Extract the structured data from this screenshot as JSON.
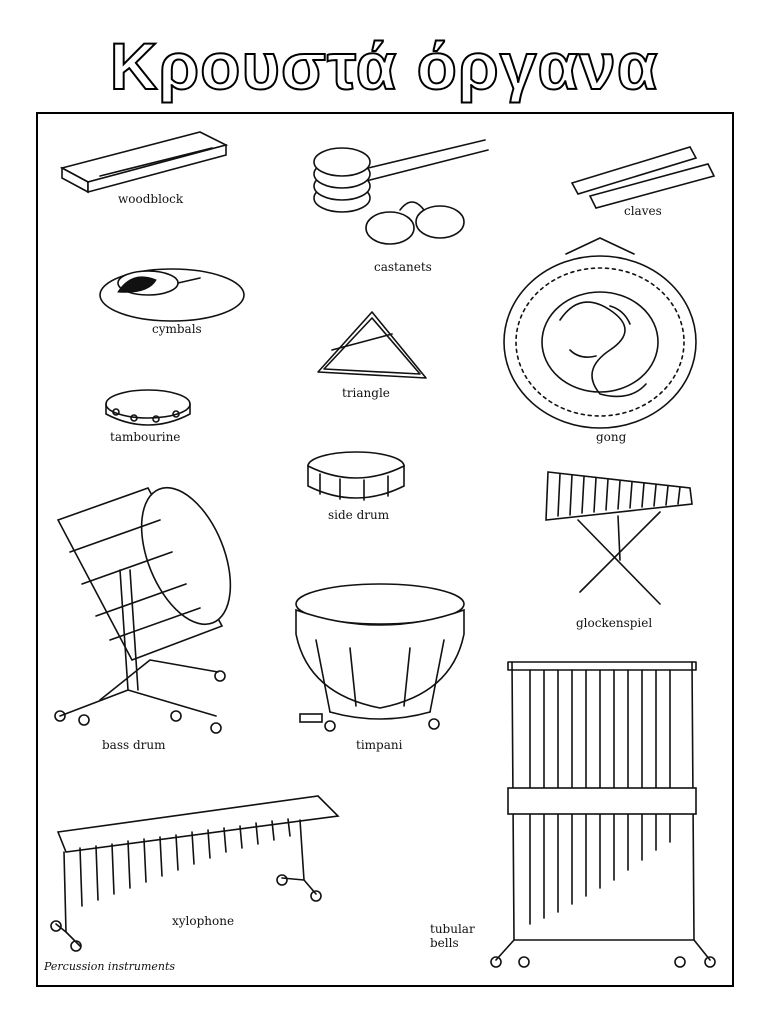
{
  "title": "Κρουστά όργανα",
  "caption": "Percussion instruments",
  "labels": {
    "woodblock": "woodblock",
    "castanets": "castanets",
    "claves": "claves",
    "cymbals": "cymbals",
    "triangle": "triangle",
    "gong": "gong",
    "tambourine": "tambourine",
    "side_drum": "side drum",
    "glockenspiel": "glockenspiel",
    "bass_drum": "bass drum",
    "timpani": "timpani",
    "xylophone": "xylophone",
    "tubular_bells_1": "tubular",
    "tubular_bells_2": "bells"
  }
}
